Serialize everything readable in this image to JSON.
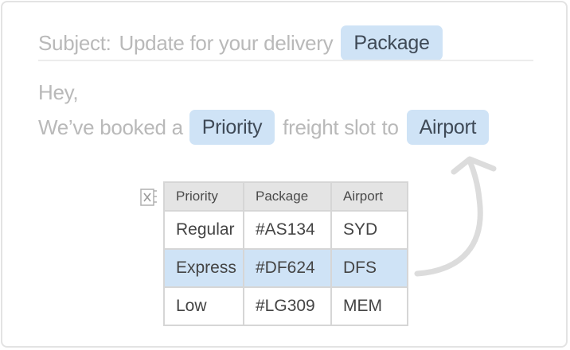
{
  "email": {
    "subject_label": "Subject:",
    "subject_text": "Update for your delivery",
    "subject_chip": "Package",
    "greeting": "Hey,",
    "body_prefix": "We’ve booked a",
    "body_chip_1": "Priority",
    "body_mid": "freight slot",
    "body_to": "to",
    "body_chip_2": "Airport"
  },
  "table": {
    "headers": [
      "Priority",
      "Package",
      "Airport"
    ],
    "rows": [
      [
        "Regular",
        "#AS134",
        "SYD"
      ],
      [
        "Express",
        "#DF624",
        "DFS"
      ],
      [
        "Low",
        "#LG309",
        "MEM"
      ]
    ],
    "highlighted_row": 1
  },
  "icons": {
    "spreadsheet": "excel-file-icon",
    "arrow": "curved-arrow-icon"
  },
  "colors": {
    "chip_bg": "#cfe3f6",
    "text_muted": "#b9b9b9",
    "text_dark": "#3f4a57"
  }
}
